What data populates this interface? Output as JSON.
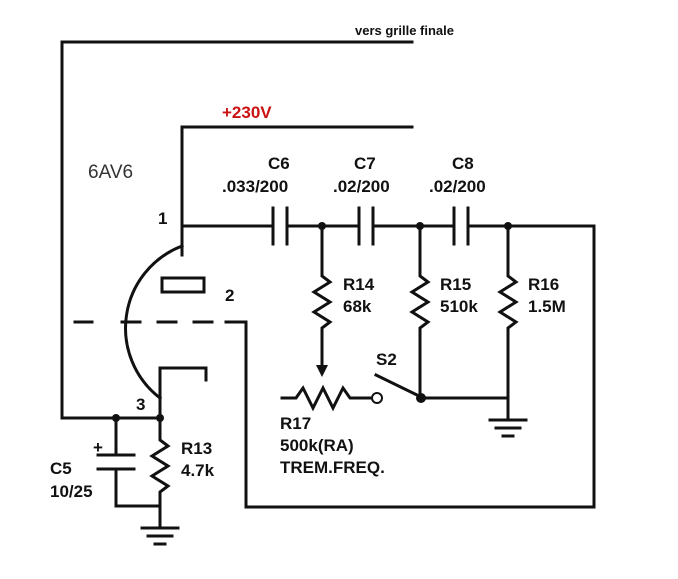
{
  "labels": {
    "top_note": "vers grille finale",
    "supply": "+230V",
    "tube": "6AV6",
    "pin1": "1",
    "pin2": "2",
    "pin3": "3"
  },
  "components": {
    "c6": {
      "name": "C6",
      "value": ".033/200"
    },
    "c7": {
      "name": "C7",
      "value": ".02/200"
    },
    "c8": {
      "name": "C8",
      "value": ".02/200"
    },
    "r14": {
      "name": "R14",
      "value": "68k"
    },
    "r15": {
      "name": "R15",
      "value": "510k"
    },
    "r16": {
      "name": "R16",
      "value": "1.5M"
    },
    "r17": {
      "name": "R17",
      "value": "500k(RA)",
      "note": "TREM.FREQ."
    },
    "s2": {
      "name": "S2"
    },
    "r13": {
      "name": "R13",
      "value": "4.7k"
    },
    "c5": {
      "name": "C5",
      "value": "10/25",
      "polarity": "+"
    }
  },
  "colors": {
    "supply": "#cc1111",
    "ink": "#111111"
  }
}
